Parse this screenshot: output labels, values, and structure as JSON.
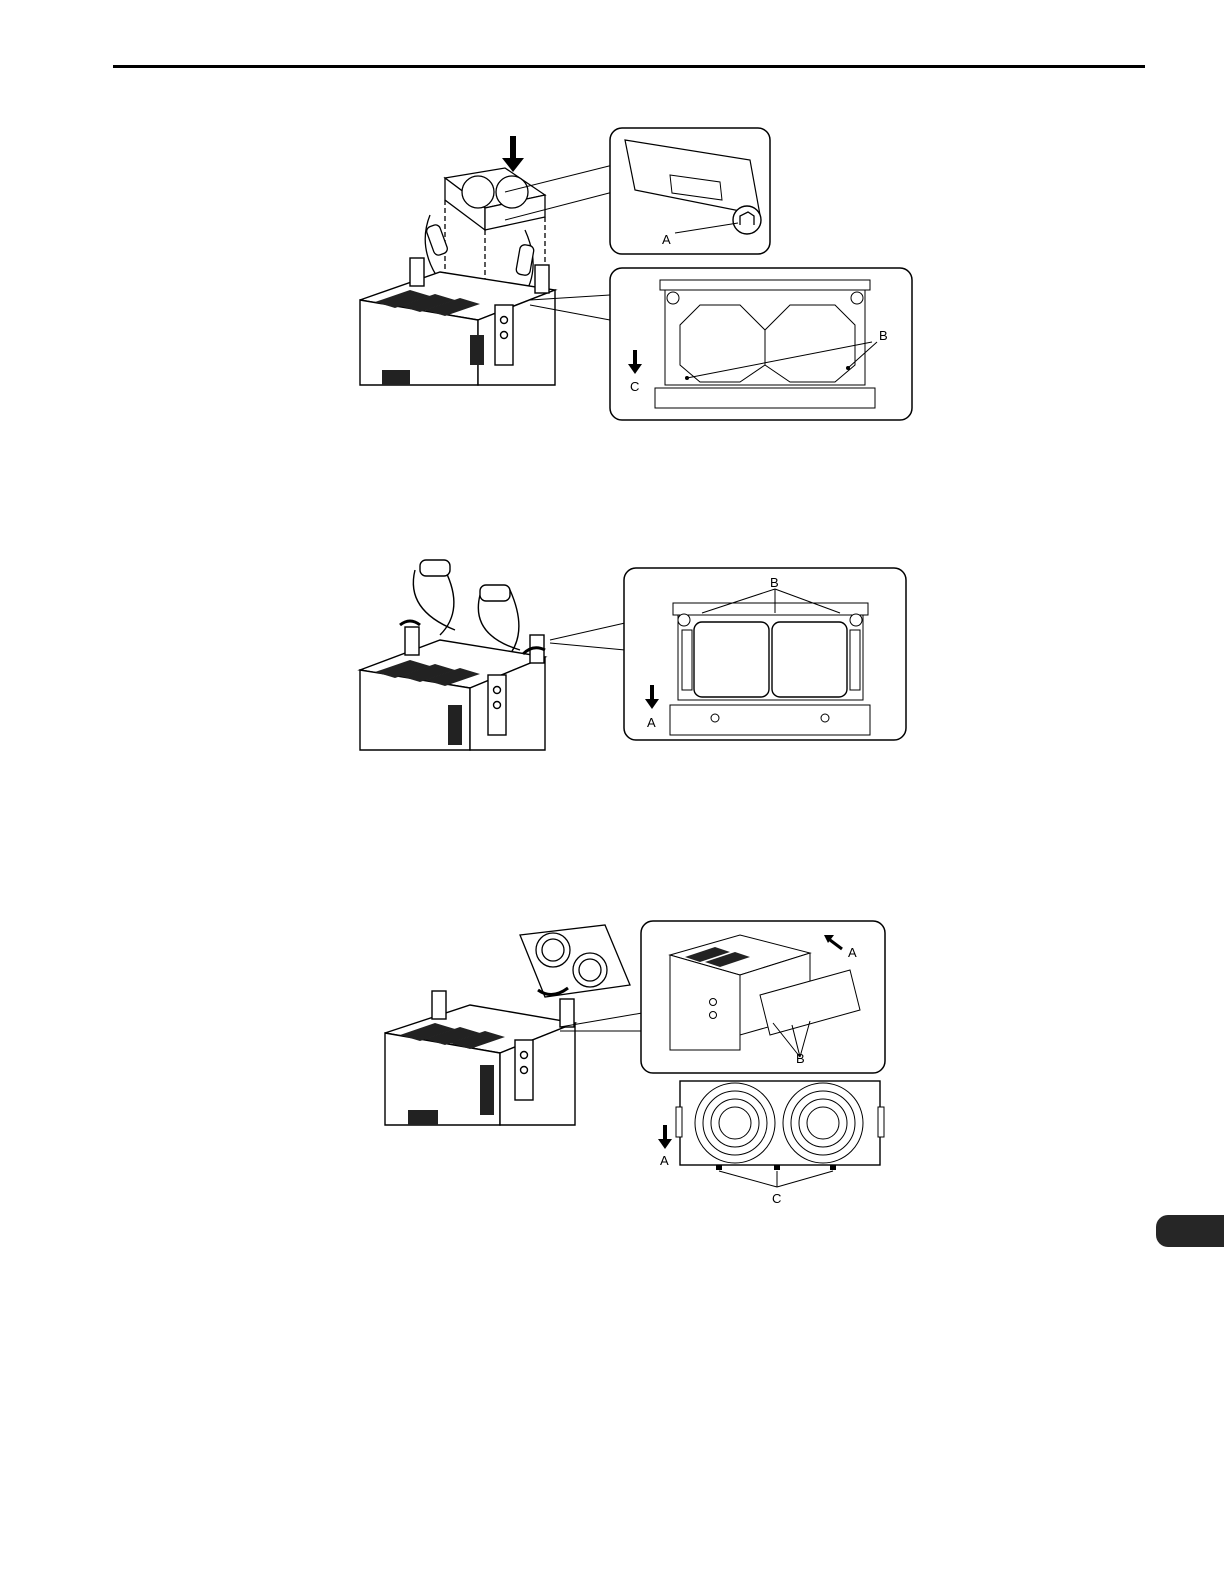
{
  "figures": [
    {
      "callouts": {
        "hook": "A",
        "screws": "B",
        "direction": "C"
      }
    },
    {
      "callouts": {
        "screws": "B",
        "direction": "A"
      }
    },
    {
      "callouts": {
        "direction_inset": "A",
        "hooks": "B",
        "direction_cover": "A",
        "tabs": "C"
      }
    }
  ]
}
